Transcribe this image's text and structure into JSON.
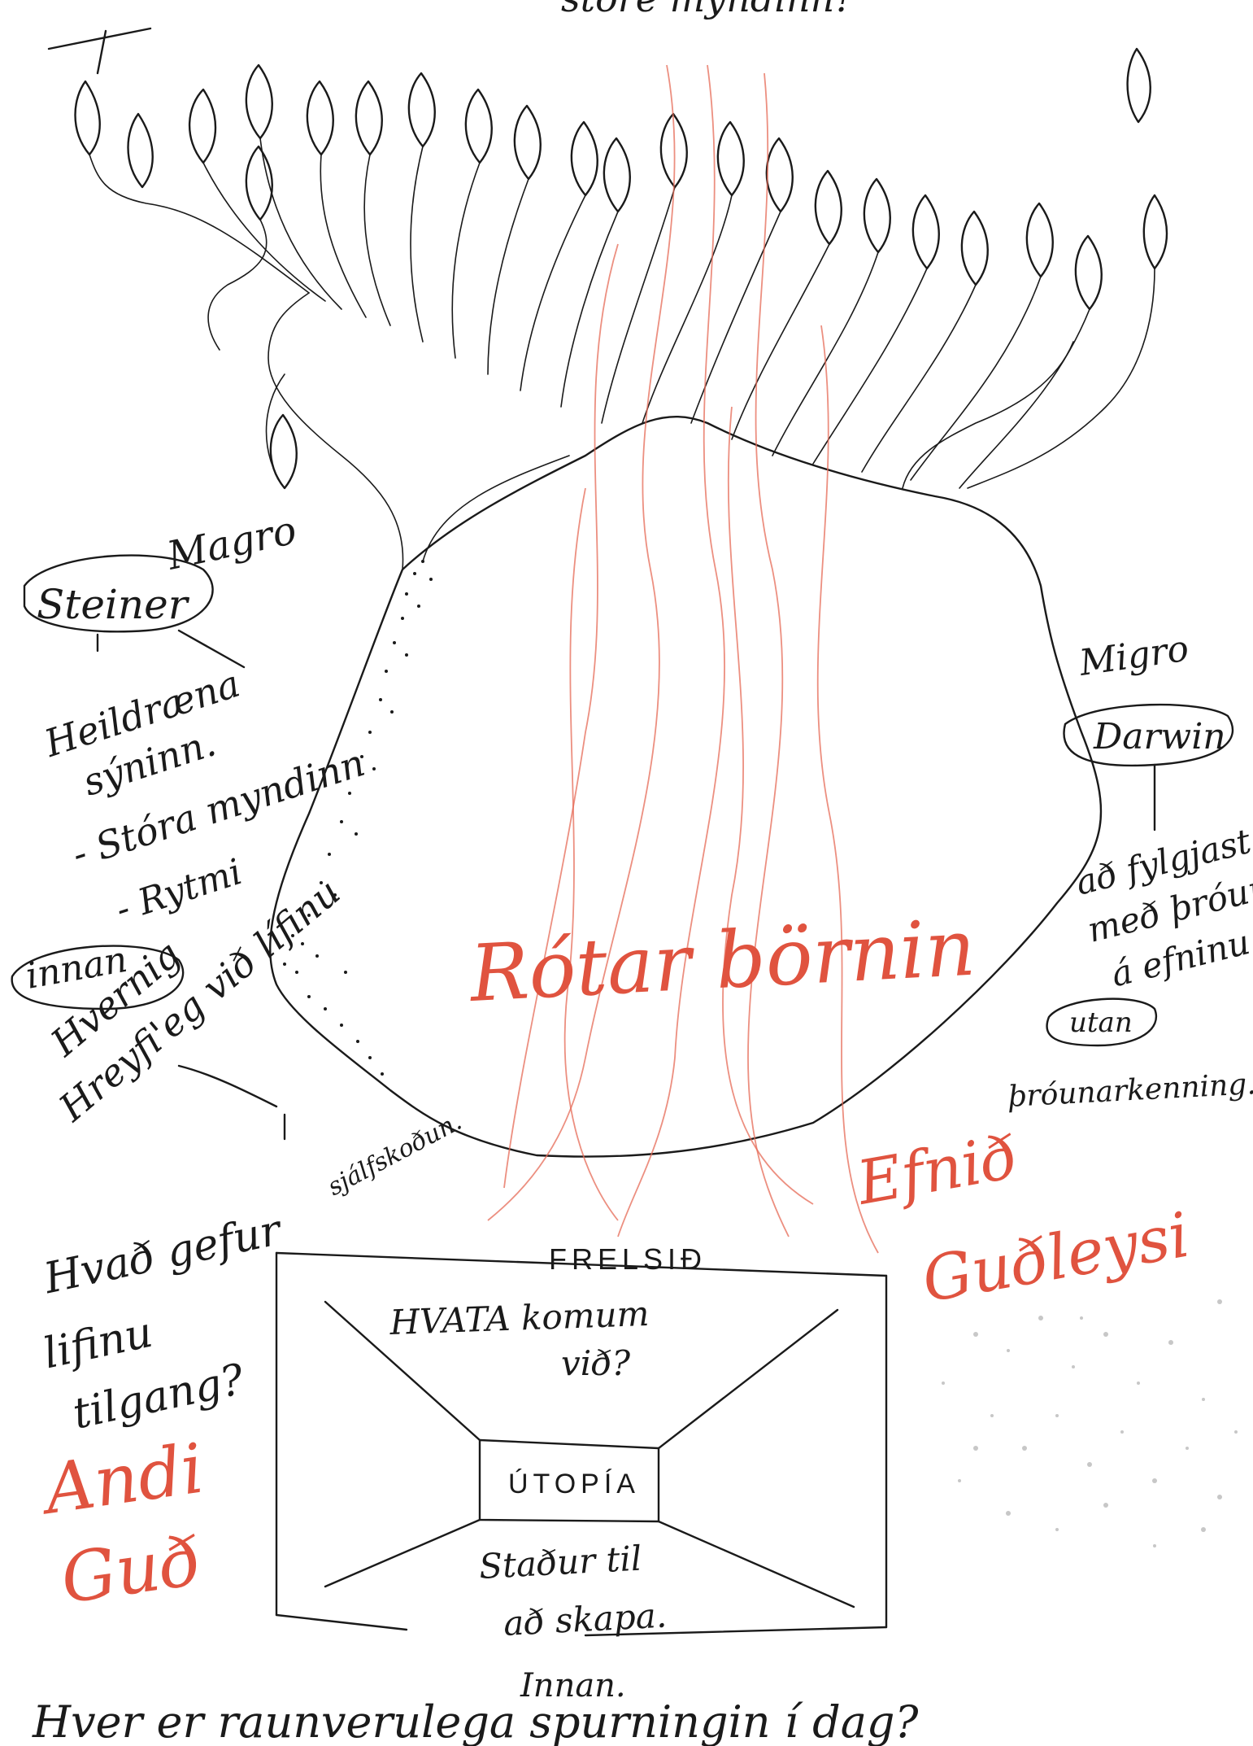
{
  "colors": {
    "ink": "#1a1a1a",
    "red_ink": "#e0533f",
    "paper": "#ffffff",
    "smudge": "#9a9a9a"
  },
  "icons": {
    "tree": "tree-drawing-icon",
    "leaf": "leaf-icon",
    "frame": "perspective-frame-icon"
  },
  "top": {
    "partial_text": "store myndinn?"
  },
  "left": {
    "steiner": "Steiner",
    "magro": "Magro",
    "lines": [
      "Heildræna",
      "sýninn.",
      "- Stóra myndinn",
      "- Rytmi"
    ],
    "innan": "innan",
    "question_line1": "Hvernig",
    "question_line2": "Hreyfi'eg við lífinu",
    "sjalfskodun": "sjálfskoðun.",
    "gefur_line1": "Hvað gefur",
    "gefur_line2": "lifinu",
    "gefur_line3": "tilgang?",
    "andi_line1": "Andi",
    "andi_line2": "Guð"
  },
  "right": {
    "migro": "Migro",
    "darwin": "Darwin",
    "lines": [
      "að fylgjast",
      "með þróun",
      "á efninu"
    ],
    "utan": "utan",
    "throunarkenning": "þróunarkenning."
  },
  "center": {
    "rotar_bornin": "Rótar börnin"
  },
  "efnid": {
    "line1": "Efnið",
    "line2": "Guðleysi"
  },
  "frame": {
    "frelsid": "FRELSIÐ",
    "hvata_line1": "HVATA komum",
    "hvata_line2": "við?",
    "utopia": "ÚTOPÍA",
    "stadur_line1": "Staður til",
    "stadur_line2": "að skapa.",
    "innan": "Innan."
  },
  "bottom": {
    "question": "Hver er raunverulega spurningin í dag?"
  }
}
